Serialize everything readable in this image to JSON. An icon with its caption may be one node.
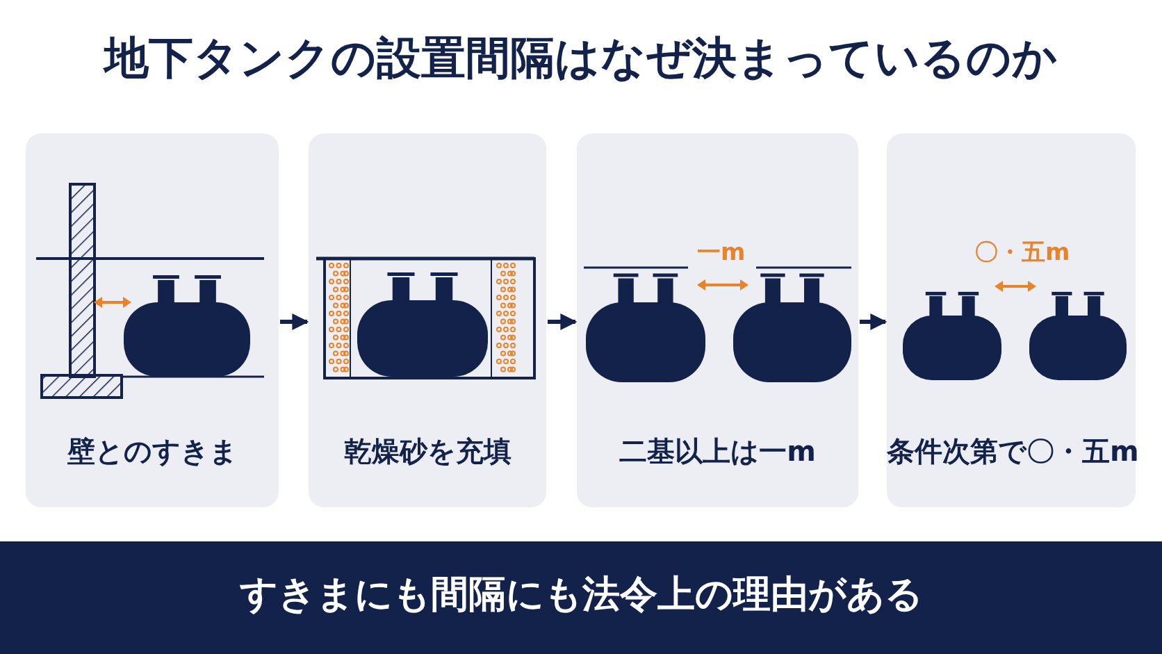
{
  "diagram": {
    "title": "地下タンクの**設置間隔**はなぜ決まっているのか",
    "nodes": [
      {
        "text": [
          "壁とのすきま"
        ]
      },
      {
        "text": [
          "乾燥砂を充填"
        ]
      },
      {
        "text": [
          "二基以上は一m"
        ]
      },
      {
        "text": [
          "条件次第で〇・五m"
        ]
      }
    ],
    "edges": [
      {
        "from": 0,
        "to": 1,
        "arrow": "to"
      },
      {
        "from": 1,
        "to": 2,
        "arrow": "to"
      },
      {
        "from": 2,
        "to": 3,
        "arrow": "to"
      }
    ],
    "labels": [
      "一m",
      "〇・五m"
    ],
    "caption": "すきまにも間隔にも法令上の理由がある"
  }
}
